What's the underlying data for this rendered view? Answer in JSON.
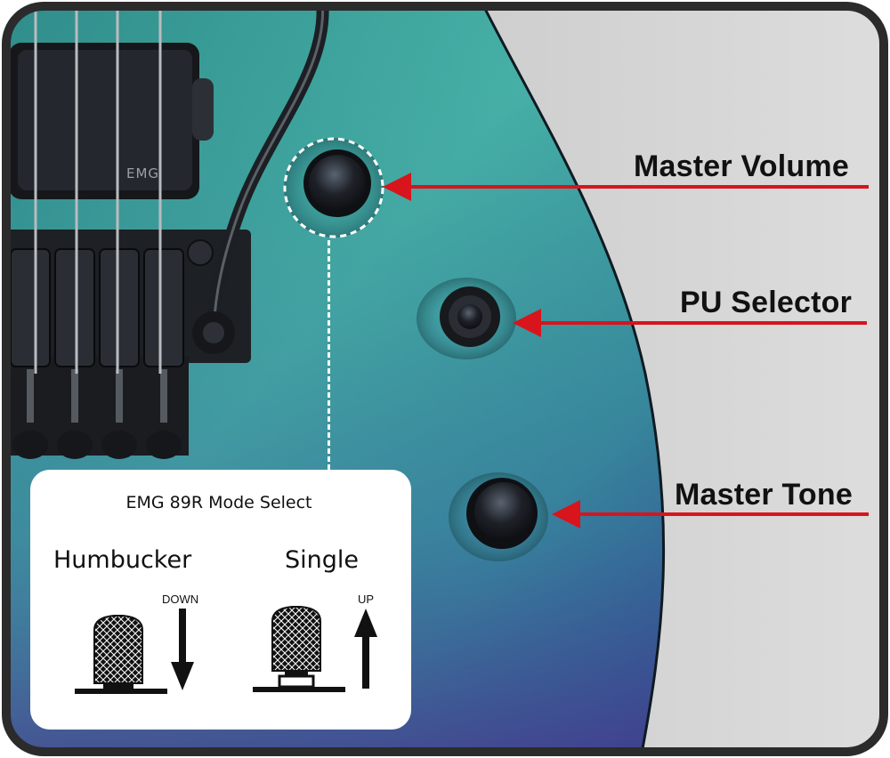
{
  "callouts": {
    "master_volume": "Master Volume",
    "pu_selector": "PU Selector",
    "master_tone": "Master Tone",
    "arrow_color": "#d8141c"
  },
  "pickup": {
    "brand": "EMG"
  },
  "inset": {
    "title": "EMG 89R Mode Select",
    "modes": [
      {
        "label": "Humbucker",
        "direction": "DOWN",
        "icon": "knob-down-icon"
      },
      {
        "label": "Single",
        "direction": "UP",
        "icon": "knob-up-icon"
      }
    ]
  },
  "colors": {
    "body_teal": "#3a9e96",
    "body_purple": "#3c4a94",
    "background": "#d2d2d2",
    "frame": "#2b2b2b"
  }
}
